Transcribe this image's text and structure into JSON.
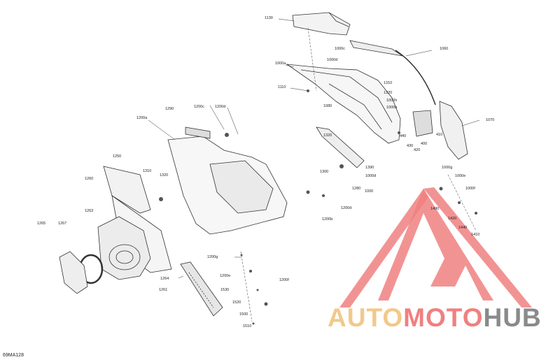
{
  "diagram_code": "69MA128",
  "callouts": [
    "1130",
    "1060",
    "1000c",
    "1000d",
    "1000a",
    "1110",
    "1310",
    "1320",
    "1000h",
    "1000b",
    "1080",
    "440",
    "430",
    "420",
    "400",
    "410",
    "1070",
    "1290",
    "1200c",
    "1200d",
    "1200a",
    "1320",
    "1390",
    "1000d",
    "1000",
    "1000g",
    "1000e",
    "1250",
    "1310",
    "1320",
    "1260",
    "1300",
    "1280",
    "1000f",
    "1200d",
    "1200b",
    "1265",
    "1267",
    "1263",
    "1400",
    "1420",
    "1440",
    "1410",
    "1200g",
    "1200e",
    "1200f",
    "1264",
    "1530",
    "1520",
    "1500",
    "1261",
    "1510"
  ],
  "watermark": {
    "part1": "AUTO",
    "part2": "MOTO",
    "part3": "HUB",
    "color_primary": "#f08080",
    "color_secondary": "#f2c98a",
    "color_dark": "#8a8a8a"
  }
}
